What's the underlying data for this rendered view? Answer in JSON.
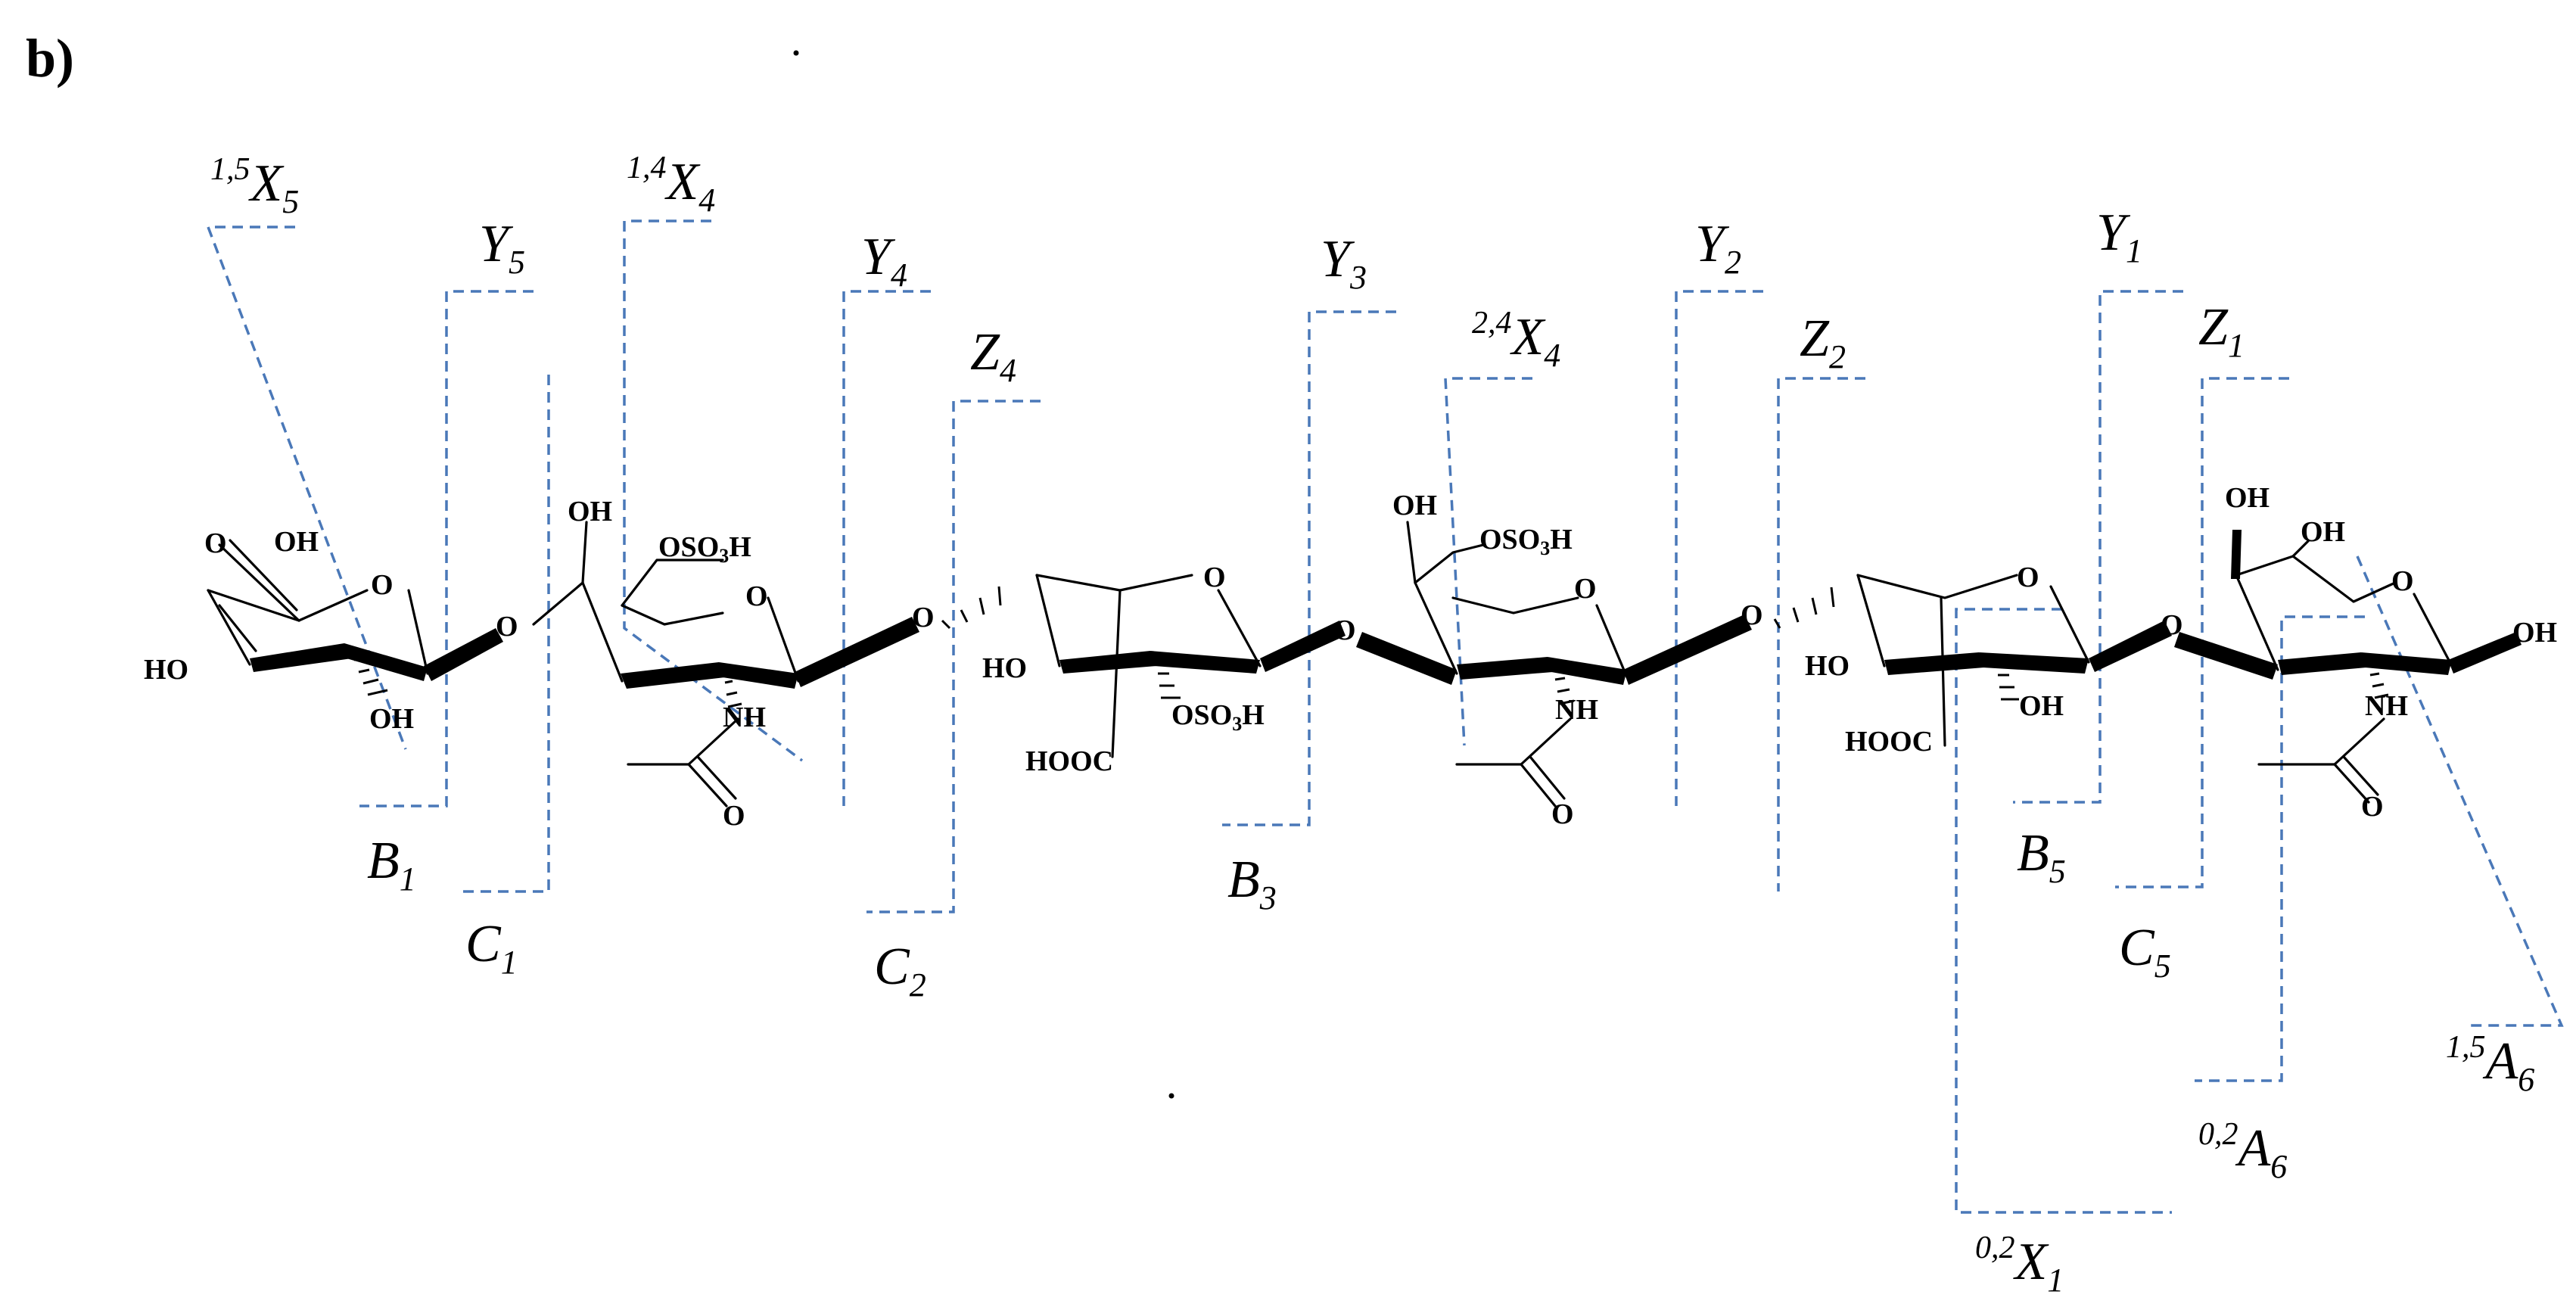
{
  "panel_label": "b)",
  "colors": {
    "cleavage_line": "#4a78b8",
    "structure": "#000000"
  },
  "fragments": [
    {
      "id": "x15-5",
      "pre": "1,5",
      "letter": "X",
      "sub": "5"
    },
    {
      "id": "y5",
      "pre": "",
      "letter": "Y",
      "sub": "5"
    },
    {
      "id": "x14-4",
      "pre": "1,4",
      "letter": "X",
      "sub": "4"
    },
    {
      "id": "y4",
      "pre": "",
      "letter": "Y",
      "sub": "4"
    },
    {
      "id": "z4",
      "pre": "",
      "letter": "Z",
      "sub": "4"
    },
    {
      "id": "y3",
      "pre": "",
      "letter": "Y",
      "sub": "3"
    },
    {
      "id": "x24-4",
      "pre": "2,4",
      "letter": "X",
      "sub": "4"
    },
    {
      "id": "y2",
      "pre": "",
      "letter": "Y",
      "sub": "2"
    },
    {
      "id": "z2",
      "pre": "",
      "letter": "Z",
      "sub": "2"
    },
    {
      "id": "y1",
      "pre": "",
      "letter": "Y",
      "sub": "1"
    },
    {
      "id": "z1",
      "pre": "",
      "letter": "Z",
      "sub": "1"
    },
    {
      "id": "b1",
      "pre": "",
      "letter": "B",
      "sub": "1"
    },
    {
      "id": "c1",
      "pre": "",
      "letter": "C",
      "sub": "1"
    },
    {
      "id": "c2",
      "pre": "",
      "letter": "C",
      "sub": "2"
    },
    {
      "id": "b3",
      "pre": "",
      "letter": "B",
      "sub": "3"
    },
    {
      "id": "b5",
      "pre": "",
      "letter": "B",
      "sub": "5"
    },
    {
      "id": "c5",
      "pre": "",
      "letter": "C",
      "sub": "5"
    },
    {
      "id": "a15-6",
      "pre": "1,5",
      "letter": "A",
      "sub": "6"
    },
    {
      "id": "a02-6",
      "pre": "0,2",
      "letter": "A",
      "sub": "6"
    },
    {
      "id": "x02-1",
      "pre": "0,2",
      "letter": "X",
      "sub": "1"
    }
  ],
  "atoms": {
    "oh": "OH",
    "ho": "HO",
    "o": "O",
    "nh": "NH",
    "hooc": "HOOC",
    "oso3h": {
      "main": "OSO",
      "sub": "3",
      "end": "H"
    }
  }
}
